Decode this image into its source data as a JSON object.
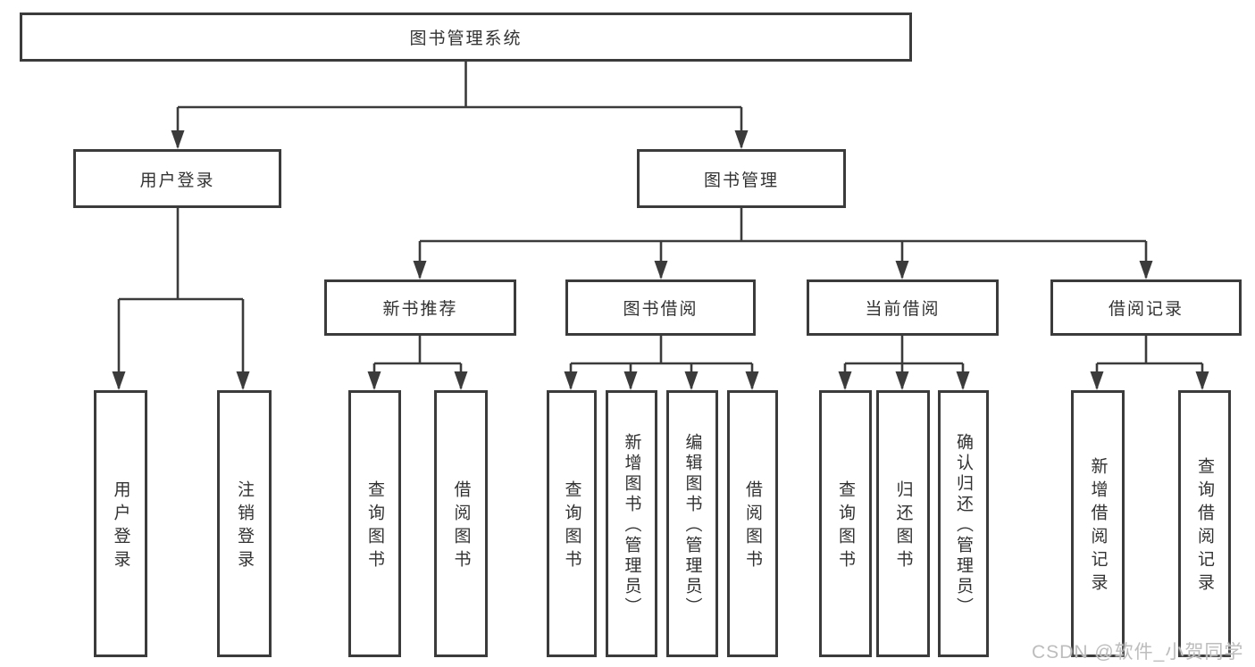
{
  "diagram": {
    "root": {
      "label": "图书管理系统"
    },
    "branches": [
      {
        "label": "用户登录",
        "children": [
          "用户登录",
          "注销登录"
        ]
      },
      {
        "label": "图书管理",
        "children": [
          {
            "label": "新书推荐",
            "children": [
              "查询图书",
              "借阅图书"
            ]
          },
          {
            "label": "图书借阅",
            "children": [
              "查询图书",
              "新增图书（管理员）",
              "编辑图书（管理员）",
              "借阅图书"
            ]
          },
          {
            "label": "当前借阅",
            "children": [
              "查询图书",
              "归还图书",
              "确认归还（管理员）"
            ]
          },
          {
            "label": "借阅记录",
            "children": [
              "新增借阅记录",
              "查询借阅记录"
            ]
          }
        ]
      }
    ]
  },
  "watermark": "CSDN @软件_小贺同学",
  "colors": {
    "line": "#3b3b3b",
    "text": "#323232",
    "watermark": "#bdbdbd"
  }
}
